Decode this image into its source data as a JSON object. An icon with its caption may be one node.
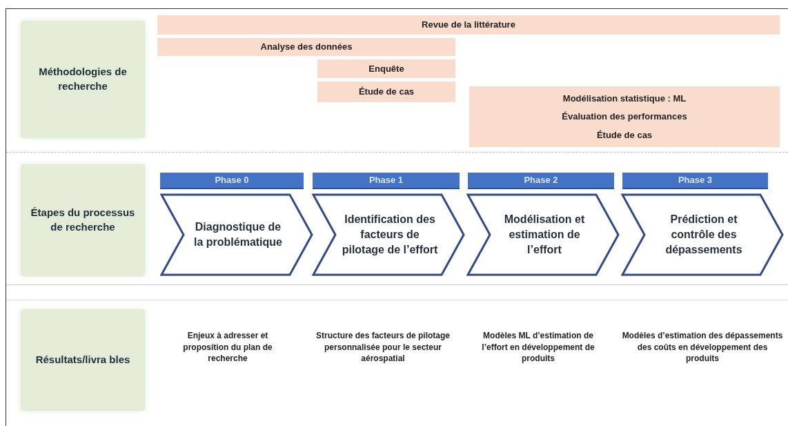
{
  "diagram": {
    "nodes": [
      {
        "text": [
          "Méthodologies de recherche"
        ]
      },
      {
        "text": [
          "Revue de la littérature"
        ]
      },
      {
        "text": [
          "Analyse des données"
        ]
      },
      {
        "text": [
          "Enquête"
        ]
      },
      {
        "text": [
          "Étude de cas"
        ]
      },
      {
        "text": [
          "Modélisation statistique : ML",
          "Évaluation des performances",
          "Étude de cas"
        ]
      },
      {
        "text": [
          "Étapes du processus de recherche"
        ]
      },
      {
        "text": [
          "Phase 0"
        ]
      },
      {
        "text": [
          "Phase 1"
        ]
      },
      {
        "text": [
          "Phase 2"
        ]
      },
      {
        "text": [
          "Phase 3"
        ]
      },
      {
        "text": [
          "Diagnostique de la problématique"
        ]
      },
      {
        "text": [
          "Identification des facteurs de pilotage de l’effort"
        ]
      },
      {
        "text": [
          "Modélisation et estimation de l’effort"
        ]
      },
      {
        "text": [
          "Prédiction et contrôle des dépassements"
        ]
      },
      {
        "text": [
          "Résultats/livra bles"
        ]
      }
    ],
    "labels": [
      "Enjeux à adresser et proposition du plan de recherche",
      "Structure des facteurs de pilotage personnalisée pour le secteur aérospatial",
      "Modèles ML d’estimation de l’effort en développement de produits",
      "Modèles d’estimation des dépassements des coûts en développement des produits"
    ]
  }
}
